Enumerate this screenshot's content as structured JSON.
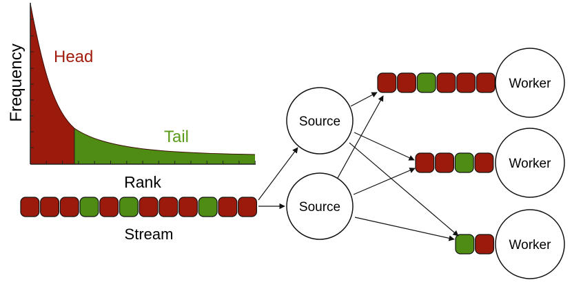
{
  "plot": {
    "ylabel": "Frequency",
    "xlabel": "Rank",
    "head_label": "Head",
    "tail_label": "Tail"
  },
  "stream": {
    "label": "Stream",
    "items": [
      "red",
      "red",
      "red",
      "green",
      "red",
      "green",
      "red",
      "red",
      "red",
      "green",
      "red",
      "red"
    ]
  },
  "sources": [
    {
      "label": "Source"
    },
    {
      "label": "Source"
    }
  ],
  "workers": [
    {
      "label": "Worker",
      "queue": [
        "red",
        "red",
        "green",
        "red",
        "red",
        "red"
      ]
    },
    {
      "label": "Worker",
      "queue": [
        "red",
        "red",
        "green",
        "red"
      ]
    },
    {
      "label": "Worker",
      "queue": [
        "green",
        "red"
      ]
    }
  ],
  "colors": {
    "red": "#9b1a0c",
    "green": "#4e8c14",
    "head_text": "#a11c0c",
    "tail_text": "#5a9a18"
  }
}
